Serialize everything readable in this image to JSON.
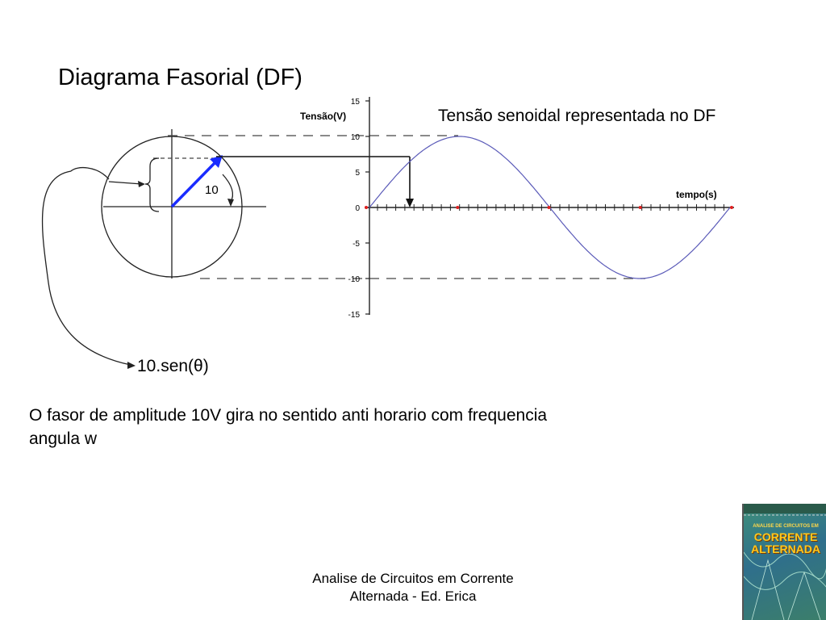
{
  "slide": {
    "title": "Diagrama Fasorial (DF)",
    "caption": "Tensão senoidal representada no DF",
    "formula": "10.sen(θ)",
    "description": "O fasor de amplitude 10V gira no sentido anti horario com frequencia angula w",
    "footer": "Analise de Circuitos em Corrente Alternada - Ed. Erica"
  },
  "diagram": {
    "y_axis_label": "Tensão(V)",
    "x_axis_label": "tempo(s)",
    "y_ticks": [
      "15",
      "10",
      "5",
      "0",
      "-5",
      "-10",
      "-15"
    ],
    "phasor_label": "10",
    "amplitude": 10,
    "colors": {
      "sine": "#5a5ab8",
      "phasor": "#1a2cff",
      "points": "#e02020"
    }
  },
  "book_cover": {
    "subtitle": "ANALISE DE CIRCUITOS EM",
    "title_line1": "CORRENTE",
    "title_line2": "ALTERNADA"
  }
}
